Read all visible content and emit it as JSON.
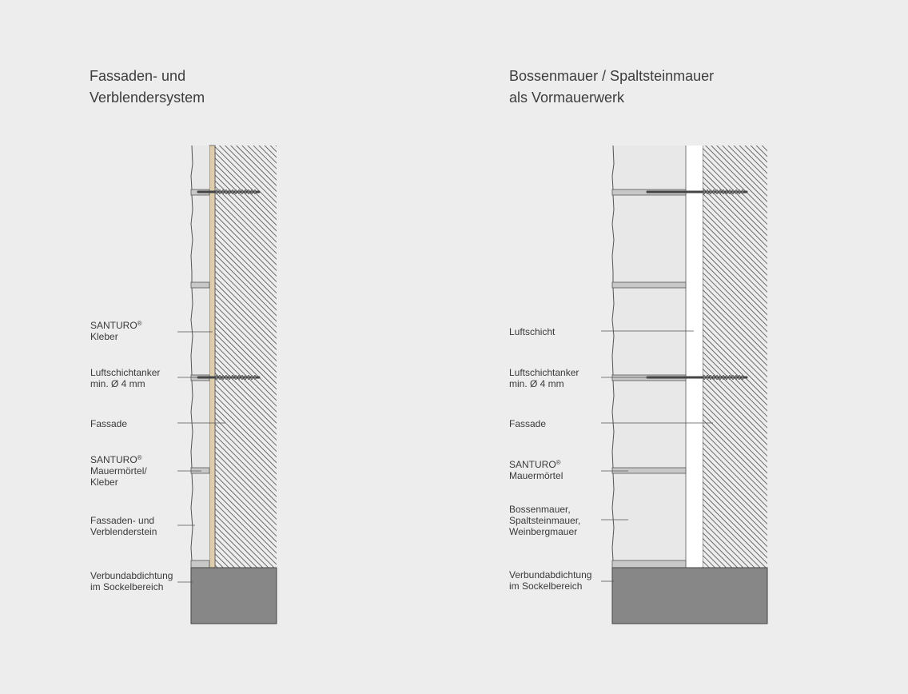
{
  "left": {
    "title_lines": [
      "Fassaden- und",
      "Verblendersystem"
    ],
    "labels": [
      {
        "lines": [
          "SANTURO",
          "Kleber"
        ],
        "sup": "®"
      },
      {
        "lines": [
          "Luftschichtanker",
          "min. Ø 4 mm"
        ]
      },
      {
        "lines": [
          "Fassade"
        ]
      },
      {
        "lines": [
          "SANTURO",
          "Mauermörtel/",
          "Kleber"
        ],
        "sup": "®"
      },
      {
        "lines": [
          "Fassaden- und",
          "Verblenderstein"
        ]
      },
      {
        "lines": [
          "Verbundabdichtung",
          "im Sockelbereich"
        ]
      }
    ]
  },
  "right": {
    "title_lines": [
      "Bossenmauer / Spaltsteinmauer",
      "als Vormauerwerk"
    ],
    "labels": [
      {
        "lines": [
          "Luftschicht"
        ]
      },
      {
        "lines": [
          "Luftschichtanker",
          "min. Ø 4 mm"
        ]
      },
      {
        "lines": [
          "Fassade"
        ]
      },
      {
        "lines": [
          "SANTURO",
          "Mauermörtel"
        ],
        "sup": "®"
      },
      {
        "lines": [
          "Bossenmauer,",
          "Spaltsteinmauer,",
          "Weinbergmauer"
        ]
      },
      {
        "lines": [
          "Verbundabdichtung",
          "im Sockelbereich"
        ]
      }
    ]
  },
  "colors": {
    "background": "#ededed",
    "stone": "#e8e8e8",
    "mortar": "#c8c8c8",
    "adhesive": "#e0cfae",
    "base": "#878787",
    "outline": "#555555",
    "hatch": "#4a4a4a"
  }
}
